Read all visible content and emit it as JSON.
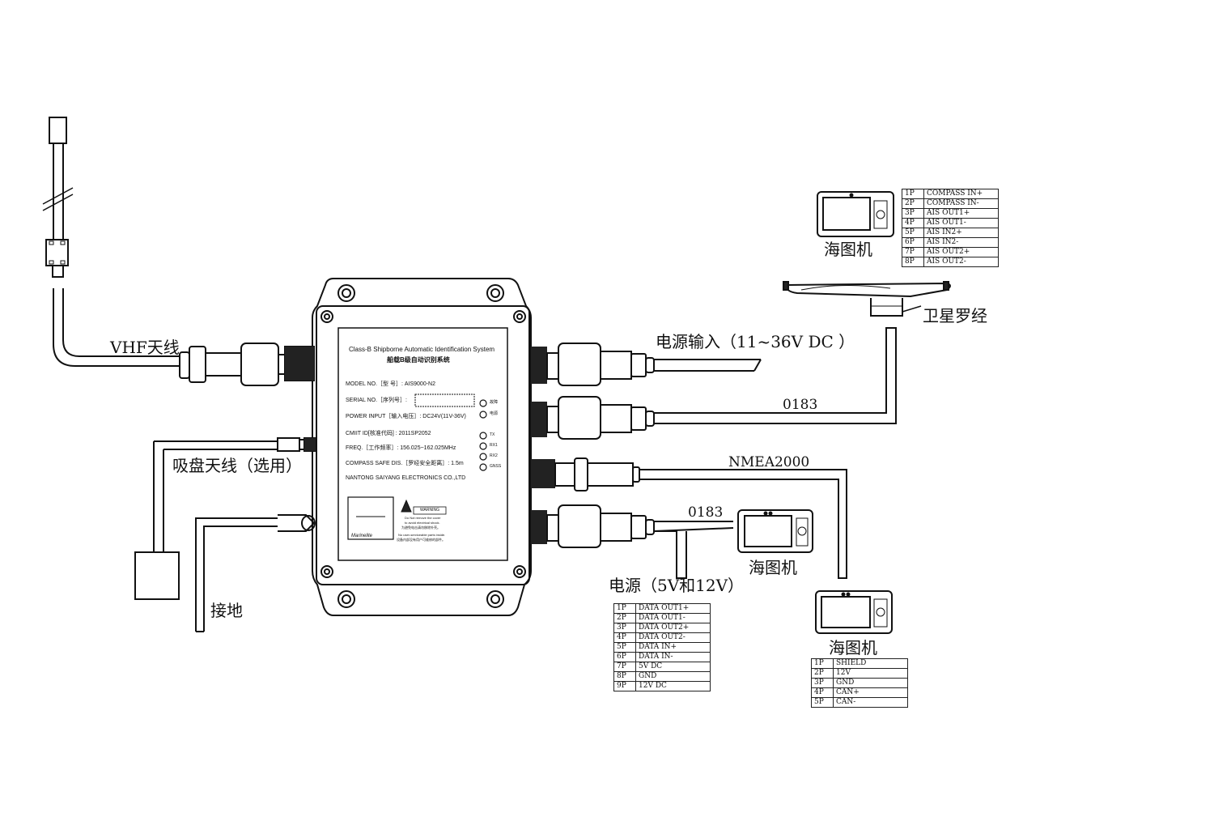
{
  "labels": {
    "vhf_antenna": "VHF天线",
    "suction_antenna": "吸盘天线（选用）",
    "ground": "接地",
    "power_input": "电源输入（11~36V DC ）",
    "nmea0183_top": "0183",
    "nmea2000": "NMEA2000",
    "nmea0183_bottom": "0183",
    "power_5v12v": "电源（5V和12V）",
    "chart_plotter_top": "海图机",
    "chart_plotter_mid": "海图机",
    "chart_plotter_bottom": "海图机",
    "satellite_compass": "卫星罗经"
  },
  "nameplate": {
    "title_en": "Class-B Shipborne Automatic Identification System",
    "title_cn": "船载B级自动识别系统",
    "model": "MODEL  NO.［型    号］:  AIS9000-N2",
    "serial": "SERIAL NO.［序列号］:",
    "power": "POWER INPUT［输入电压］: DC24V(11V-36V)",
    "cmiit": "CMIIT ID[核准代码] : 2011SP2052",
    "freq": "FREQ.［工作频率］: 156.025~162.025MHz",
    "compass": "COMPASS SAFE DIS.［罗经安全距离］: 1.5m",
    "maker": "NANTONG SAIYANG ELECTRONICS CO.,LTD",
    "brand": "Marinelite",
    "warning": "WARNING",
    "warn_line1": "Do Not remove the cover",
    "warn_line2": "to avoid electrical shock.",
    "warn_line3": "为避免电击请勿移除外壳。",
    "warn_line4": "No user-serviceable parts inside.",
    "warn_line5": "设备内部没有用户可维修的部件。"
  },
  "leds": {
    "fault": "故障",
    "power": "电源",
    "tx": "TX",
    "rx1": "RX1",
    "rx2": "RX2",
    "gnss": "GNSS"
  },
  "pin_tables": {
    "compass_port": [
      {
        "pin": "1P",
        "signal": "COMPASS  IN+"
      },
      {
        "pin": "2P",
        "signal": "COMPASS  IN-"
      },
      {
        "pin": "3P",
        "signal": " AIS OUT1+"
      },
      {
        "pin": "4P",
        "signal": " AIS OUT1-"
      },
      {
        "pin": "5P",
        "signal": " AIS IN2+"
      },
      {
        "pin": "6P",
        "signal": " AIS IN2-"
      },
      {
        "pin": "7P",
        "signal": " AIS OUT2+"
      },
      {
        "pin": "8P",
        "signal": " AIS OUT2-"
      }
    ],
    "data_port": [
      {
        "pin": "1P",
        "signal": "DATA OUT1+"
      },
      {
        "pin": "2P",
        "signal": "DATA OUT1-"
      },
      {
        "pin": "3P",
        "signal": "DATA OUT2+"
      },
      {
        "pin": "4P",
        "signal": "DATA OUT2-"
      },
      {
        "pin": "5P",
        "signal": "DATA IN+"
      },
      {
        "pin": "6P",
        "signal": "DATA IN-"
      },
      {
        "pin": "7P",
        "signal": "5V DC"
      },
      {
        "pin": "8P",
        "signal": "GND"
      },
      {
        "pin": "9P",
        "signal": "12V DC"
      }
    ],
    "nmea2000_port": [
      {
        "pin": "1P",
        "signal": "SHIELD"
      },
      {
        "pin": "2P",
        "signal": "12V"
      },
      {
        "pin": "3P",
        "signal": "GND"
      },
      {
        "pin": "4P",
        "signal": "CAN+"
      },
      {
        "pin": "5P",
        "signal": "CAN-"
      }
    ]
  }
}
